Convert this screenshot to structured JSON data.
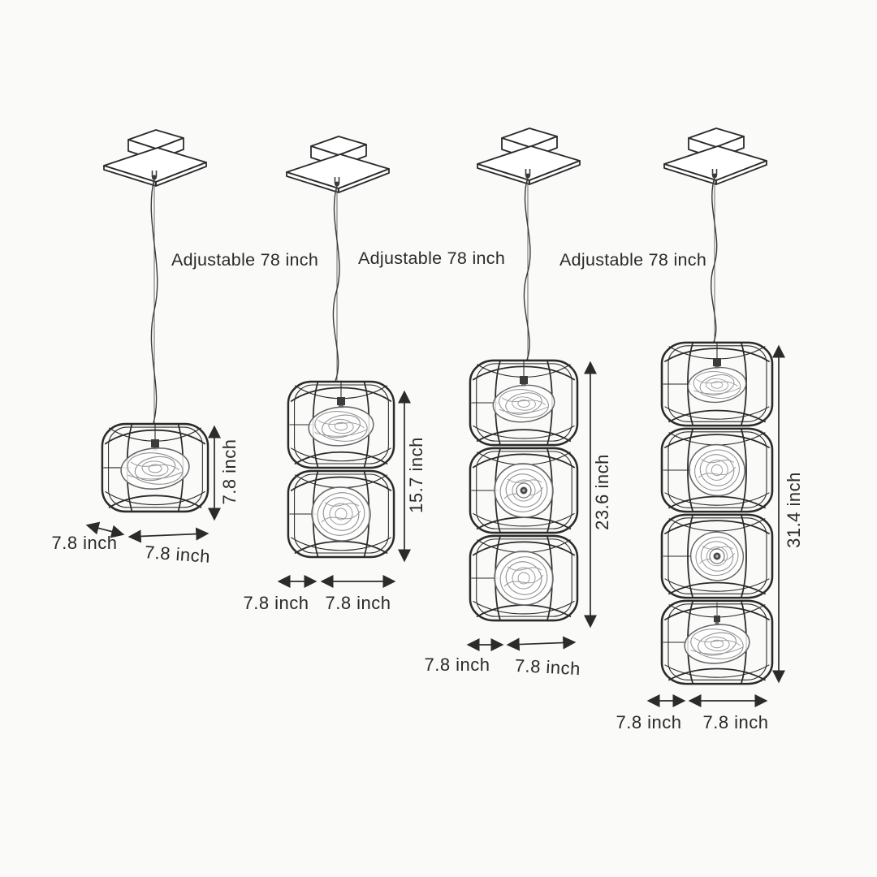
{
  "colors": {
    "background": "#fafaf8",
    "line": "#2b2b2b",
    "text": "#2a2a2a",
    "shade_scribble": "#8f8f8f"
  },
  "lamps": [
    {
      "id": "pendant-1-module",
      "modules": 1,
      "cord_label": "Adjustable 78 inch",
      "height_label": "7.8 inch",
      "depth_label": "7.8 inch",
      "width_label": "7.8 inch"
    },
    {
      "id": "pendant-2-module",
      "modules": 2,
      "cord_label": "Adjustable 78 inch",
      "height_label": "15.7 inch",
      "depth_label": "7.8 inch",
      "width_label": "7.8 inch"
    },
    {
      "id": "pendant-3-module",
      "modules": 3,
      "cord_label": "Adjustable 78 inch",
      "height_label": "23.6 inch",
      "depth_label": "7.8 inch",
      "width_label": "7.8 inch"
    },
    {
      "id": "pendant-4-module",
      "modules": 4,
      "height_label": "31.4 inch",
      "depth_label": "7.8 inch",
      "width_label": "7.8 inch"
    }
  ]
}
